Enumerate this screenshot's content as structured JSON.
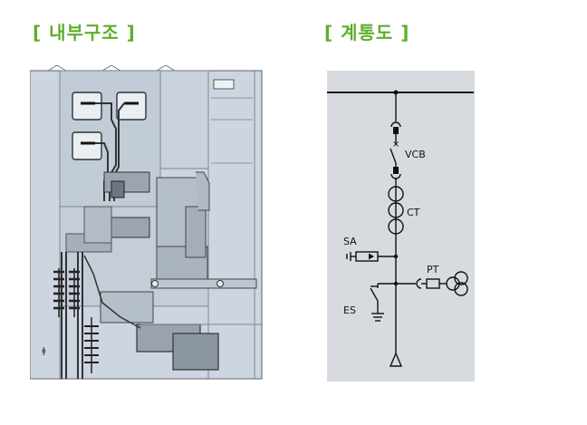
{
  "headings": {
    "internal_structure": "[ 내부구조 ]",
    "single_line_diagram": "[ 계통도 ]"
  },
  "schematic_labels": {
    "vcb": "VCB",
    "ct": "CT",
    "sa": "SA",
    "pt": "PT",
    "es": "ES"
  },
  "colors": {
    "heading": "#5fae2d",
    "panel_bg": "#cfd8e3",
    "schematic_bg": "#d7dbe0"
  }
}
